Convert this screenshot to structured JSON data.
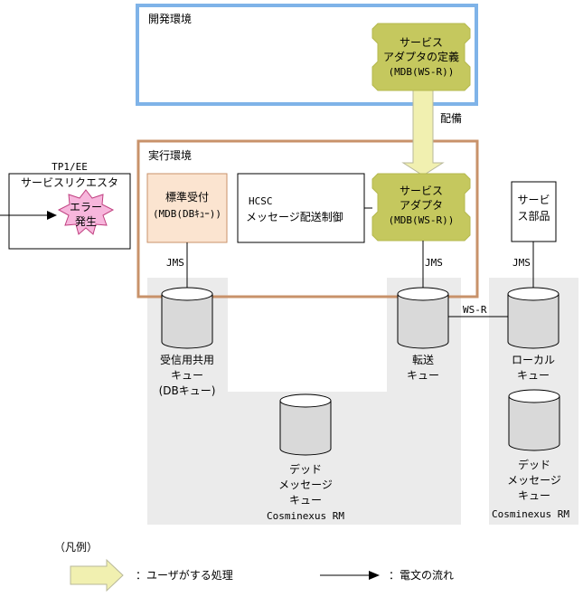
{
  "dev_env": {
    "title": "開発環境"
  },
  "exec_env": {
    "title": "実行環境"
  },
  "deploy_label": "配備",
  "tp1": {
    "label": "TP1/EE",
    "requester": "サービスリクエスタ",
    "error_line1": "エラー",
    "error_line2": "発生"
  },
  "adapter_def": {
    "line1": "サービス",
    "line2": "アダプタの定義",
    "line3": "(MDB(WS-R))"
  },
  "std_receiver": {
    "line1": "標準受付",
    "line2": "(MDB(DBｷｭｰ))"
  },
  "hcsc": {
    "line1": "HCSC",
    "line2": "メッセージ配送制御"
  },
  "adapter": {
    "line1": "サービス",
    "line2": "アダプタ",
    "line3": "(MDB(WS-R))"
  },
  "service_part": {
    "line1": "サービ",
    "line2": "ス部品"
  },
  "jms_label": "JMS",
  "wsr_label": "WS-R",
  "queues": {
    "shared": {
      "line1": "受信用共用",
      "line2": "キュー",
      "line3": "(DBキュー)"
    },
    "transfer": {
      "line1": "転送",
      "line2": "キュー"
    },
    "local": {
      "line1": "ローカル",
      "line2": "キュー"
    },
    "dead1": {
      "line1": "デッド",
      "line2": "メッセージ",
      "line3": "キュー"
    },
    "dead2": {
      "line1": "デッド",
      "line2": "メッセージ",
      "line3": "キュー"
    }
  },
  "rm_label": "Cosminexus RM",
  "legend": {
    "title": "（凡例）",
    "user_process": "：ユーザがする処理",
    "message_flow": "：電文の流れ"
  },
  "colors": {
    "dev_border": "#7fb3e8",
    "exec_border": "#c8926a",
    "adapter_fill": "#c5c85e",
    "std_fill": "#fbe4d0",
    "error_fill": "#f7b6dc",
    "gray_area": "#ebebeb",
    "arrow_fill": "#f1f0b0"
  }
}
